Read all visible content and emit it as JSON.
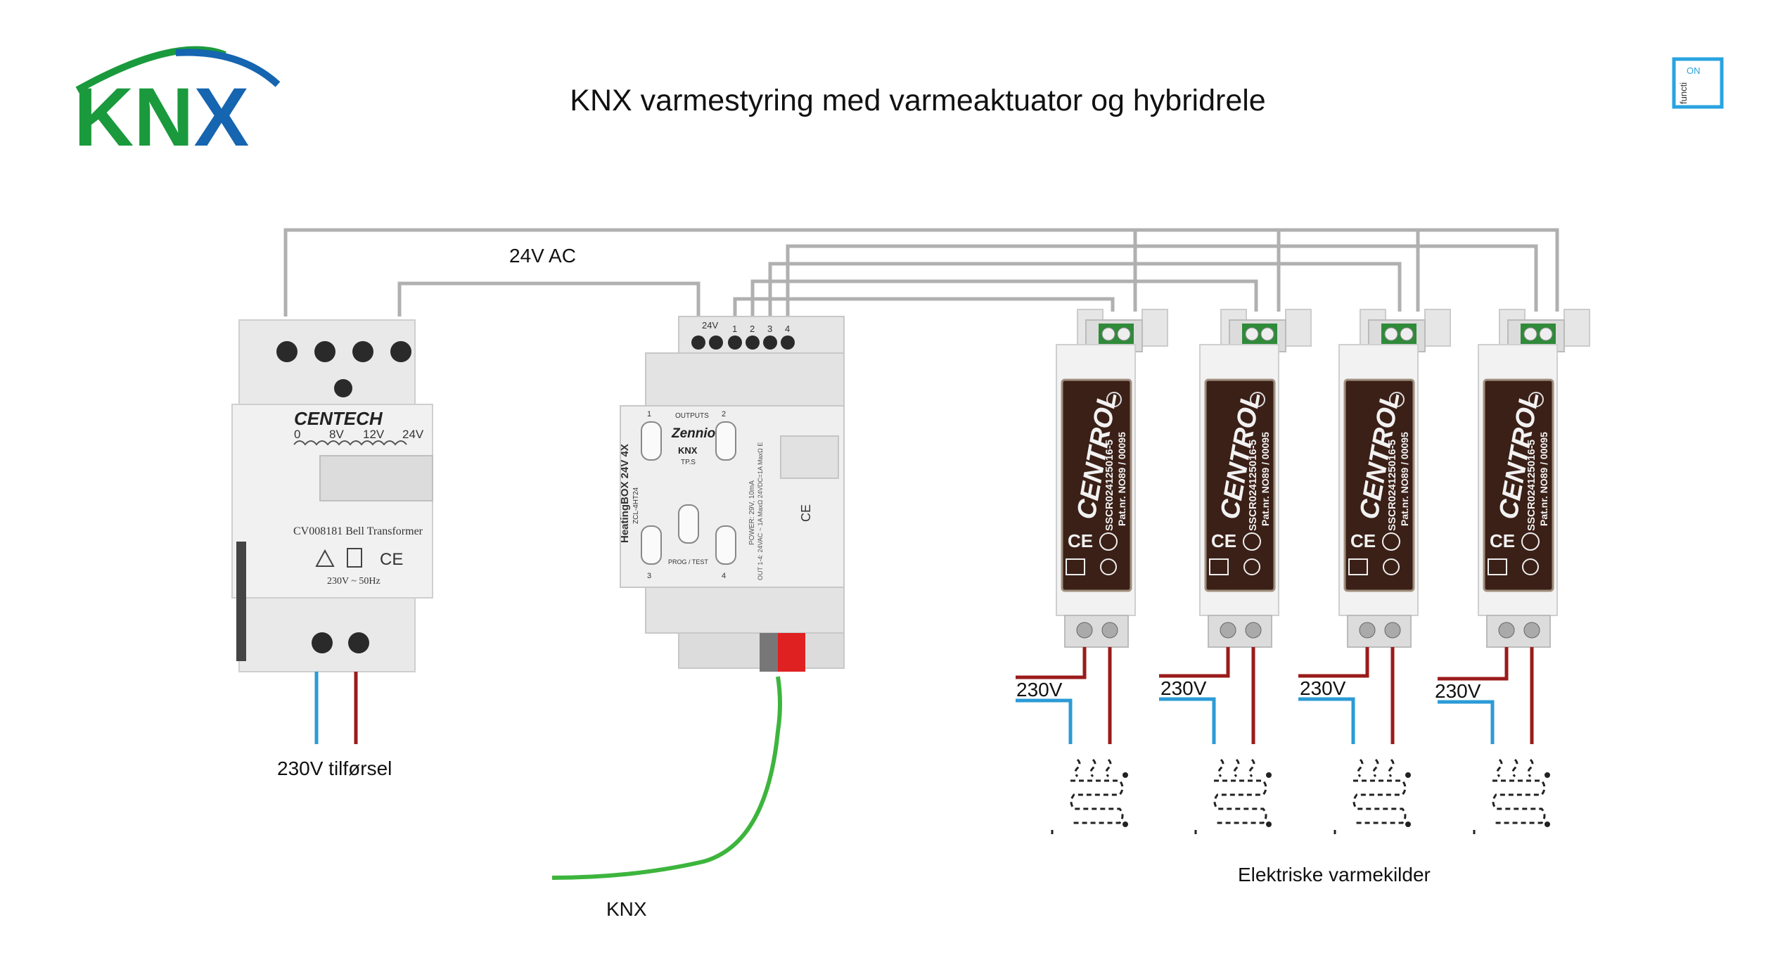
{
  "title": "KNX varmestyring med varmeaktuator og hybridrele",
  "logo": {
    "text": "KNX",
    "colors": {
      "k": "#1a9a3c",
      "n": "#1a9a3c",
      "x": "#1565b0",
      "arc_left": "#1a9a3c",
      "arc_right": "#1565b0"
    }
  },
  "badge": {
    "top": "ON",
    "side": "functi"
  },
  "labels": {
    "supply_ac": "24V AC",
    "mains_in": "230V tilførsel",
    "bus": "KNX",
    "heaters": "Elektriske varmekilder",
    "ssr_supply": [
      "230V",
      "230V",
      "230V",
      "230V"
    ]
  },
  "transformer": {
    "brand": "CENTECH",
    "model": "CV008181  Bell Transformer",
    "taps": [
      "0",
      "8V",
      "12V",
      "24V"
    ],
    "rating": "230V ~ 50Hz",
    "ce": "CE"
  },
  "actuator": {
    "brand": "Zennio",
    "product": "HeatingBOX 24V 4X",
    "code": "ZCL-4HT24",
    "header": "OUTPUTS",
    "tp": "TP.S",
    "knx": "KNX",
    "prog": "PROG / TEST",
    "top_labels": [
      "24V",
      "1",
      "2",
      "3",
      "4"
    ],
    "out_numbers": [
      "1",
      "2",
      "3",
      "4"
    ],
    "power": "POWER: 29V, 10mA",
    "out_rating": "OUT 1-4: 24VAC ~ 1A MaxΩ 24VDC=1A MaxΩ E",
    "ce": "CE"
  },
  "ssr": {
    "brand": "CENTROL",
    "model": "SSCR024125016-5",
    "patent": "Pat.nr. NO89 / 00095",
    "count": 4
  },
  "wire_colors": {
    "signal": "#b0b0b0",
    "live": "#9b1b1b",
    "neutral": "#2b9bd6",
    "bus": "#3db53d"
  }
}
